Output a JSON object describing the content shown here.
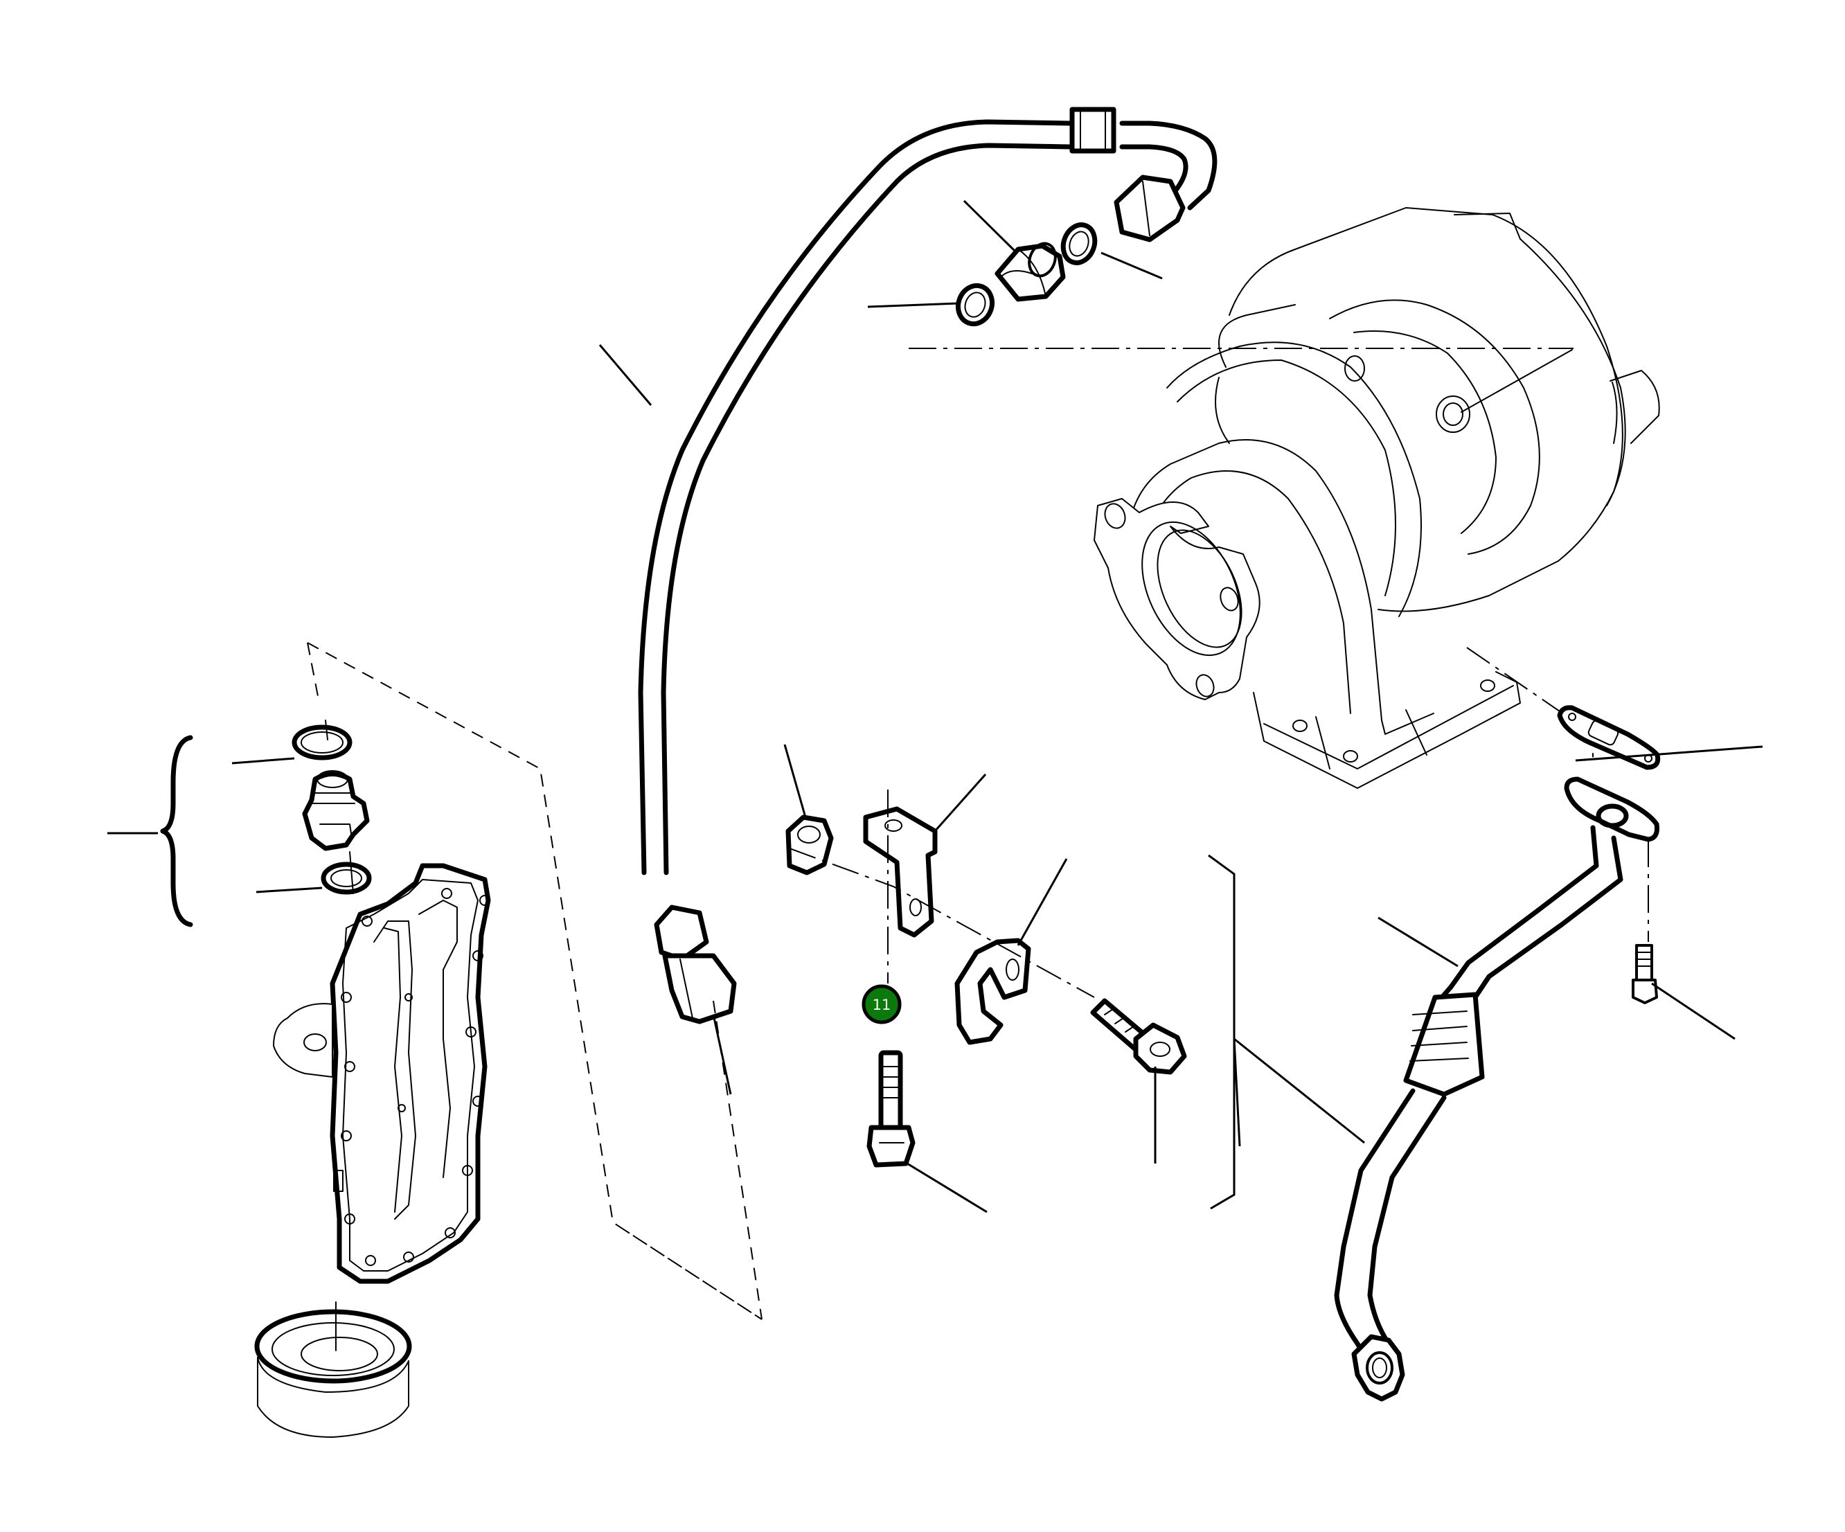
{
  "diagram": {
    "type": "exploded parts diagram",
    "subject": "turbocharger oil supply and return lines",
    "background_color": "#ffffff",
    "line_color": "#000000",
    "components": [
      {
        "id": "oil-feed-pipe",
        "label": ""
      },
      {
        "id": "banjo-fitting",
        "label": ""
      },
      {
        "id": "sealing-ring-upper",
        "label": ""
      },
      {
        "id": "sealing-ring-lower",
        "label": ""
      },
      {
        "id": "turbocharger",
        "label": ""
      },
      {
        "id": "oil-return-gasket",
        "label": ""
      },
      {
        "id": "oil-return-pipe",
        "label": ""
      },
      {
        "id": "return-pipe-bolt",
        "label": ""
      },
      {
        "id": "spacer-nut",
        "label": ""
      },
      {
        "id": "bracket",
        "label": ""
      },
      {
        "id": "pipe-clamp",
        "label": ""
      },
      {
        "id": "flange-bolt-vertical",
        "label": ""
      },
      {
        "id": "flange-bolt-angled",
        "label": ""
      },
      {
        "id": "oil-filter-housing",
        "label": ""
      },
      {
        "id": "adapter-fitting-kit",
        "label": ""
      },
      {
        "id": "oil-filter-element",
        "label": ""
      }
    ],
    "callouts": [
      {
        "number": "11",
        "color": "#0a7a0a",
        "text_color": "#ffffff",
        "target": "flange-bolt-vertical"
      }
    ]
  }
}
